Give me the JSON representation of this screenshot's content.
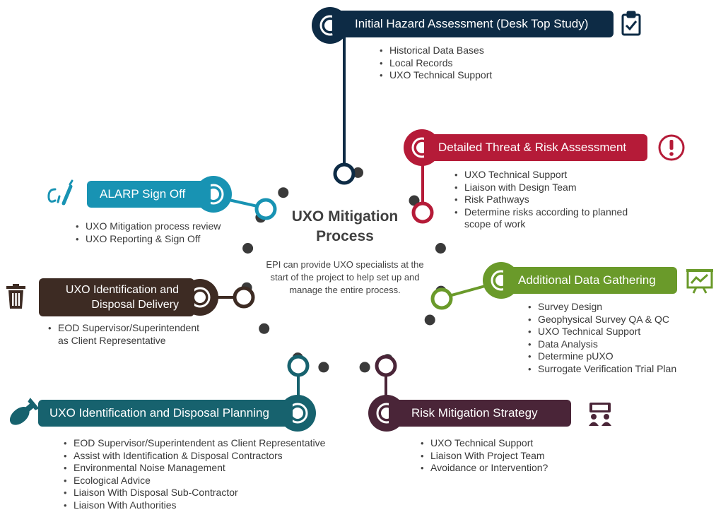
{
  "title": {
    "line1": "UXO Mitigation",
    "line2": "Process"
  },
  "description": "EPI can provide UXO specialists at the start of the project to help set up and manage the entire process.",
  "colors": {
    "navy": "#0d2b45",
    "red": "#b51b38",
    "green": "#6a9a2a",
    "purple": "#4a2538",
    "teal_dark": "#17626e",
    "brown": "#3d2b23",
    "teal_light": "#1893b3",
    "dots": "#3a3a3a"
  },
  "steps": {
    "hazard": {
      "label": "Initial Hazard Assessment (Desk Top Study)",
      "icon": "clipboard-check-icon",
      "bullets": [
        "Historical Data Bases",
        "Local Records",
        "UXO Technical Support"
      ]
    },
    "threat": {
      "label": "Detailed Threat & Risk Assessment",
      "icon": "exclamation-icon",
      "bullets": [
        "UXO Technical Support",
        "Liaison with Design Team",
        "Risk Pathways",
        "Determine risks according to planned",
        "scope of work"
      ]
    },
    "data": {
      "label": "Additional Data Gathering",
      "icon": "chart-presentation-icon",
      "bullets": [
        "Survey Design",
        "Geophysical Survey QA & QC",
        "UXO Technical Support",
        "Data Analysis",
        "Determine pUXO",
        "Surrogate Verification Trial Plan"
      ]
    },
    "risk": {
      "label": "Risk Mitigation Strategy",
      "icon": "team-meeting-icon",
      "bullets": [
        "UXO Technical Support",
        "Liaison With Project Team",
        "Avoidance or Intervention?"
      ]
    },
    "planning": {
      "label": "UXO Identification and Disposal Planning",
      "icon": "bomb-icon",
      "bullets": [
        "EOD Supervisor/Superintendent as Client Representative",
        "Assist with Identification & Disposal Contractors",
        "Environmental Noise Management",
        "Ecological Advice",
        "Liaison With Disposal Sub-Contractor",
        "Liaison With Authorities"
      ]
    },
    "delivery": {
      "label_line1": "UXO Identification and",
      "label_line2": "Disposal Delivery",
      "icon": "trash-icon",
      "bullets": [
        "EOD Supervisor/Superintendent",
        "as Client Representative"
      ]
    },
    "alarp": {
      "label": "ALARP Sign Off",
      "icon": "signature-pen-icon",
      "bullets": [
        "UXO Mitigation process review",
        "UXO Reporting & Sign Off"
      ]
    }
  }
}
